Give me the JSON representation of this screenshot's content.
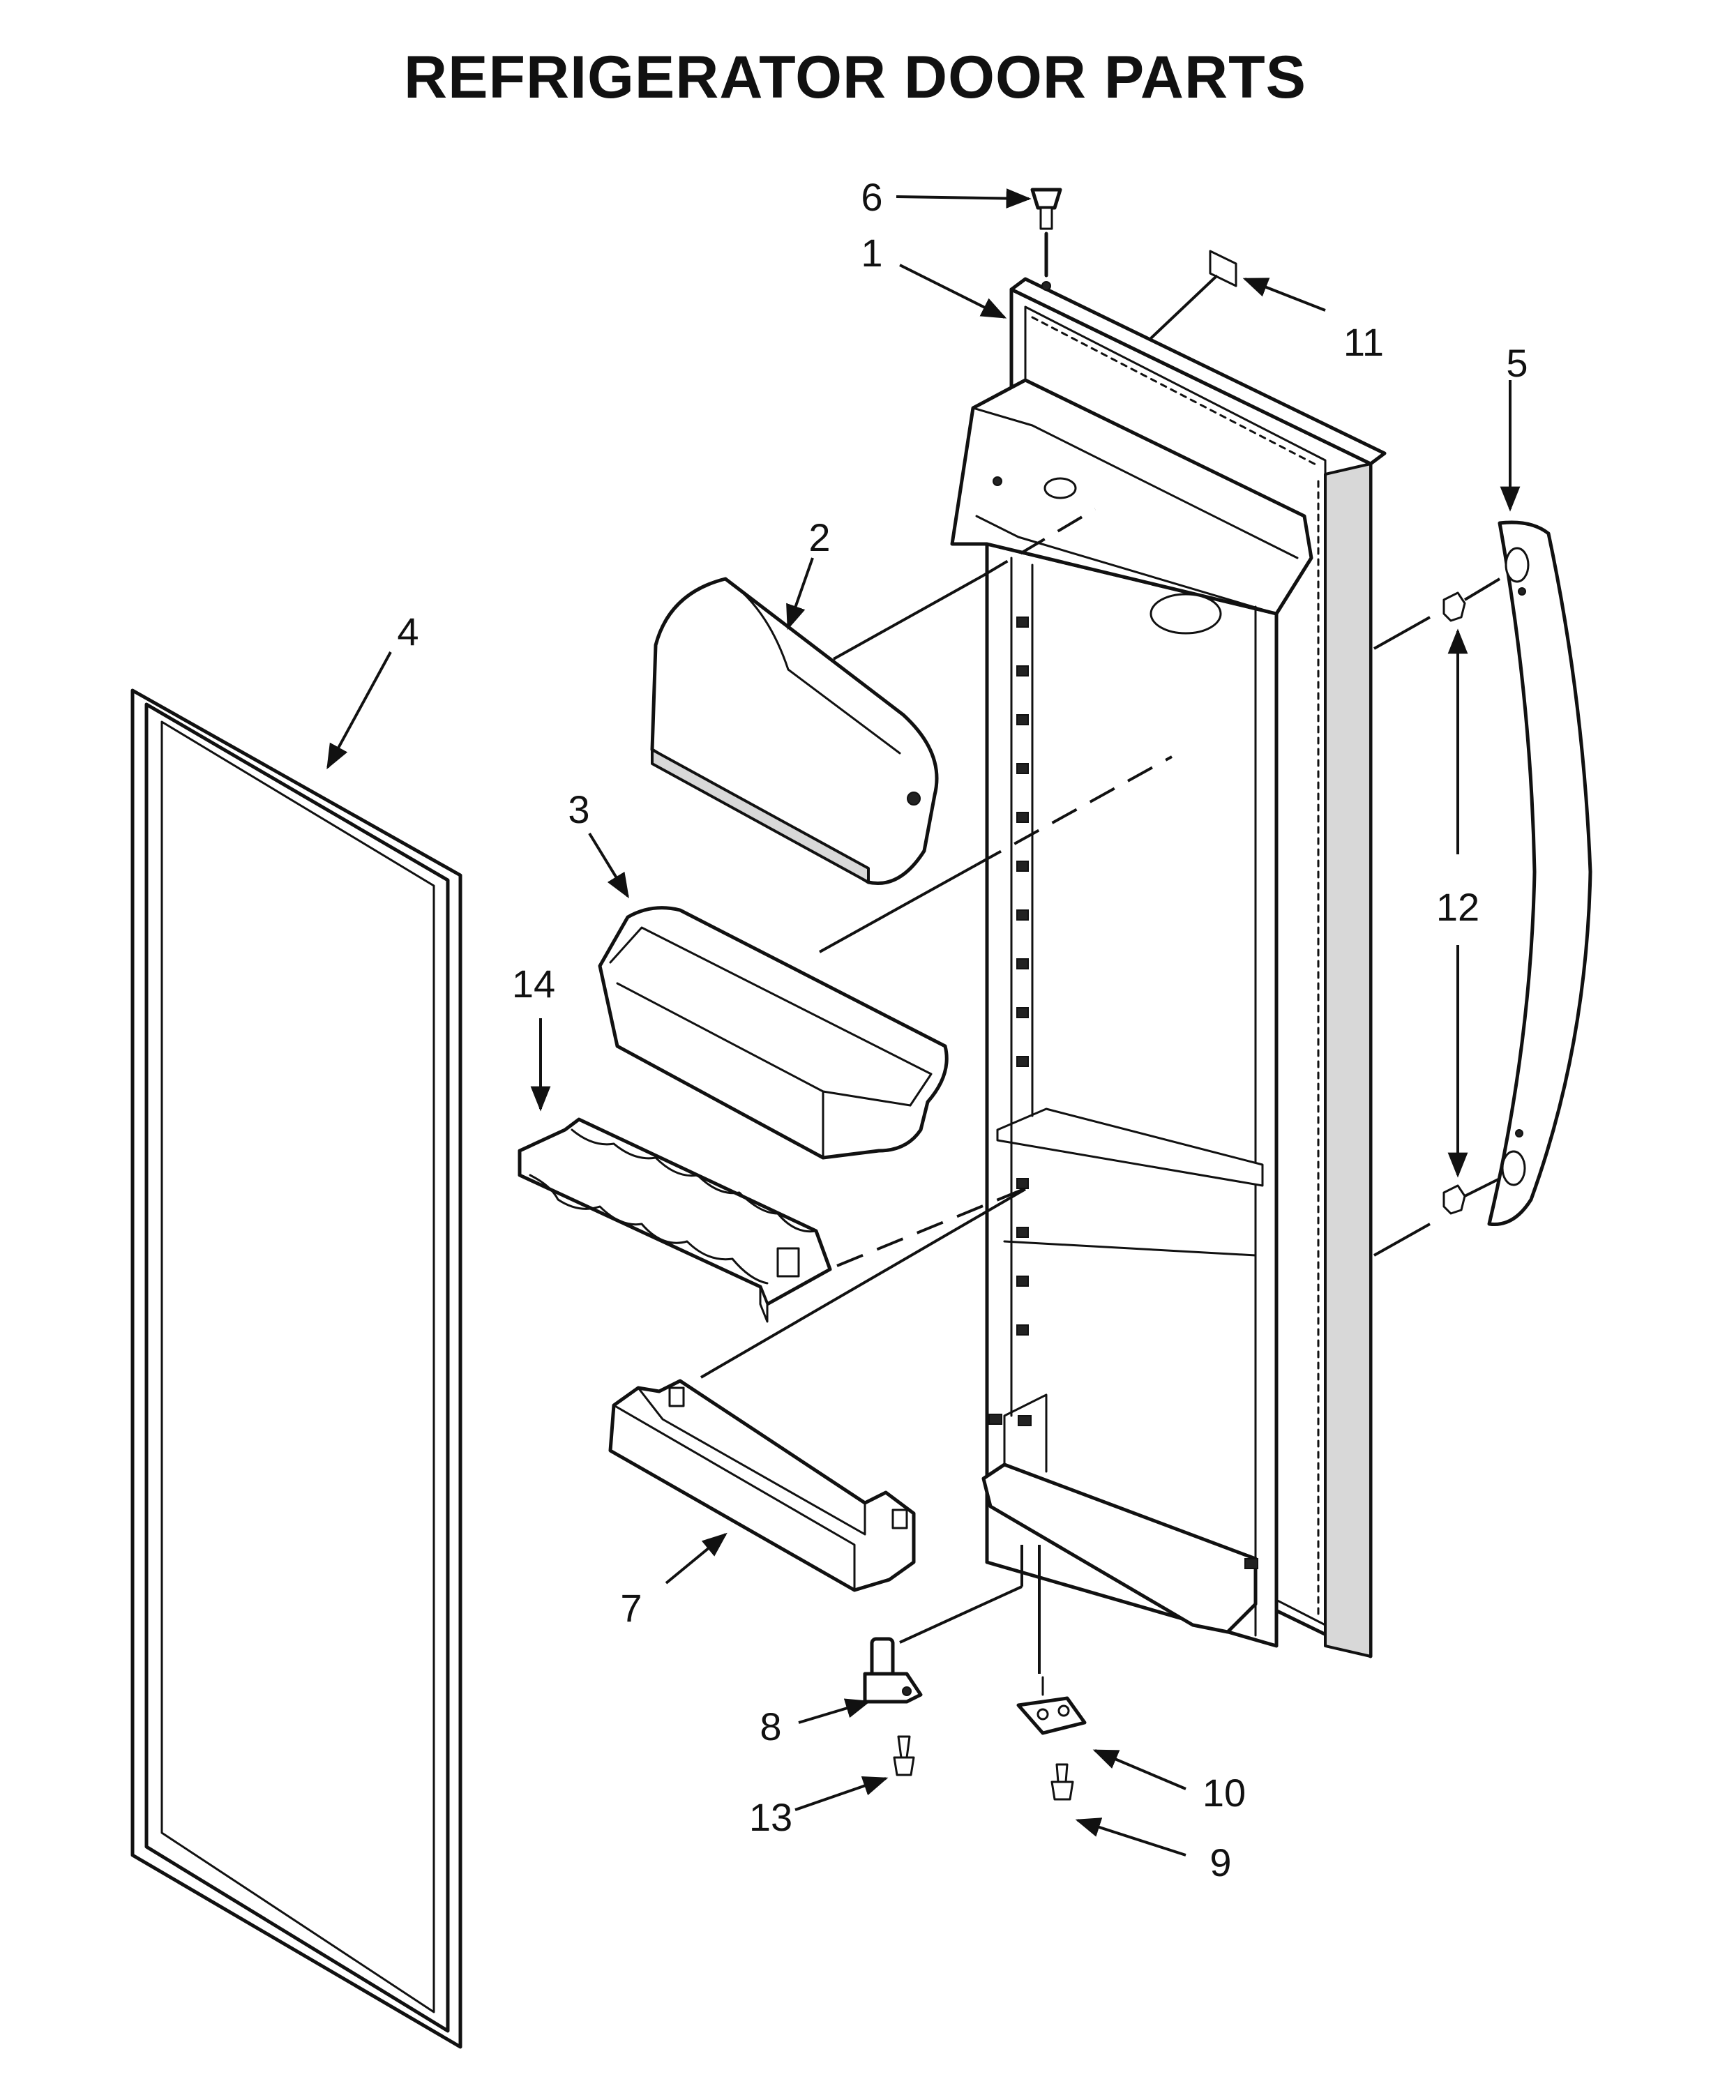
{
  "title": "REFRIGERATOR DOOR PARTS",
  "callouts": [
    {
      "id": "1",
      "label": "1"
    },
    {
      "id": "2",
      "label": "2"
    },
    {
      "id": "3",
      "label": "3"
    },
    {
      "id": "4",
      "label": "4"
    },
    {
      "id": "5",
      "label": "5"
    },
    {
      "id": "6",
      "label": "6"
    },
    {
      "id": "7",
      "label": "7"
    },
    {
      "id": "8",
      "label": "8"
    },
    {
      "id": "9",
      "label": "9"
    },
    {
      "id": "10",
      "label": "10"
    },
    {
      "id": "11",
      "label": "11"
    },
    {
      "id": "12",
      "label": "12"
    },
    {
      "id": "13",
      "label": "13"
    },
    {
      "id": "14",
      "label": "14"
    }
  ]
}
